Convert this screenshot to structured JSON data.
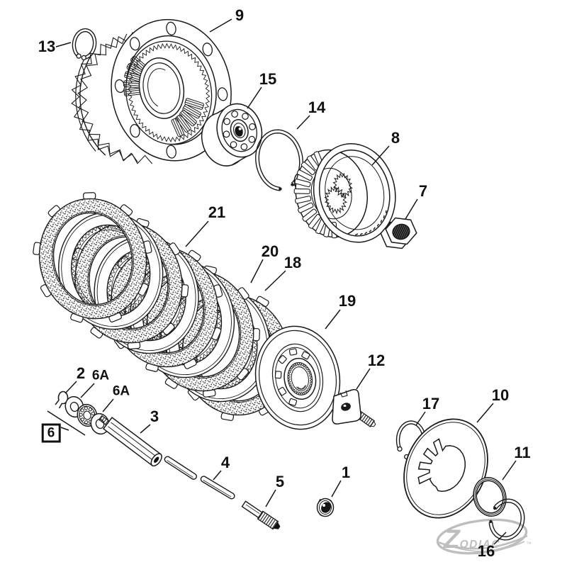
{
  "page": {
    "background": "#ffffff",
    "line_color": "#1a1a1a"
  },
  "watermark": {
    "brand": "ZODIAC",
    "tm_symbol": "™",
    "color": "#b7b7b7"
  },
  "part_labels": {
    "p1": "1",
    "p2": "2",
    "p3": "3",
    "p4": "4",
    "p5": "5",
    "p6": "6",
    "p6a_upper": "6A",
    "p6a_lower": "6A",
    "p7": "7",
    "p8": "8",
    "p9": "9",
    "p10": "10",
    "p11": "11",
    "p12": "12",
    "p13": "13",
    "p14": "14",
    "p15": "15",
    "p16": "16",
    "p17": "17",
    "p18": "18",
    "p19": "19",
    "p20": "20",
    "p21": "21"
  }
}
